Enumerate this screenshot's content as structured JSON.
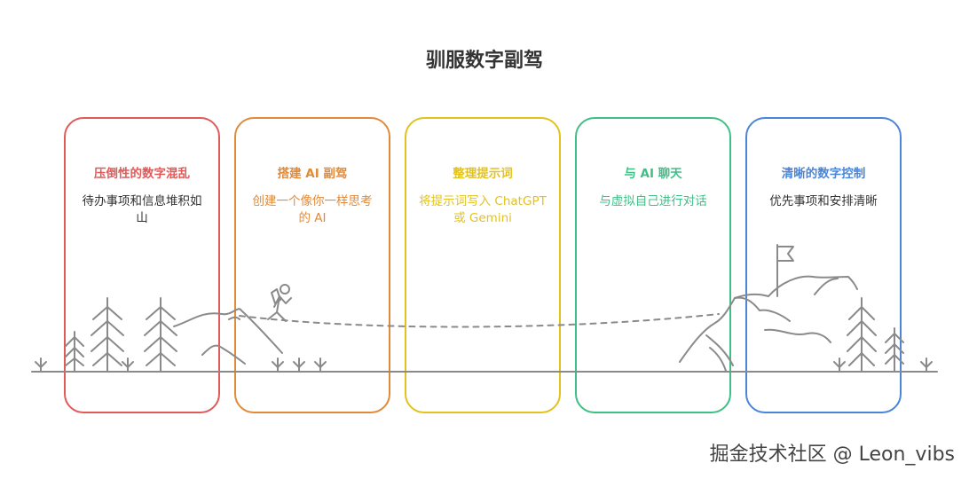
{
  "title": "驯服数字副驾",
  "stages": [
    {
      "title": "压倒性的数字混乱",
      "body": "待办事项和信息堆积如山",
      "color": "#E05A5A",
      "body_color": "#333333"
    },
    {
      "title": "搭建 AI 副驾",
      "body": "创建一个像你一样思考的 AI",
      "color": "#E08A3A",
      "body_color": "#E08A3A"
    },
    {
      "title": "整理提示词",
      "body": "将提示词写入 ChatGPT 或 Gemini",
      "color": "#E3C21E",
      "body_color": "#E3C21E"
    },
    {
      "title": "与 AI 聊天",
      "body": "与虚拟自己进行对话",
      "color": "#3FBF86",
      "body_color": "#3FBF86"
    },
    {
      "title": "清晰的数字控制",
      "body": "优先事项和安排清晰",
      "color": "#4A86D8",
      "body_color": "#333333"
    }
  ],
  "icons": [
    "pine-tree-icon",
    "hiker-icon",
    "mountain-peak-icon",
    "flag-icon",
    "grass-tuft-icon"
  ],
  "watermark": "掘金技术社区 @ Leon_vibs"
}
